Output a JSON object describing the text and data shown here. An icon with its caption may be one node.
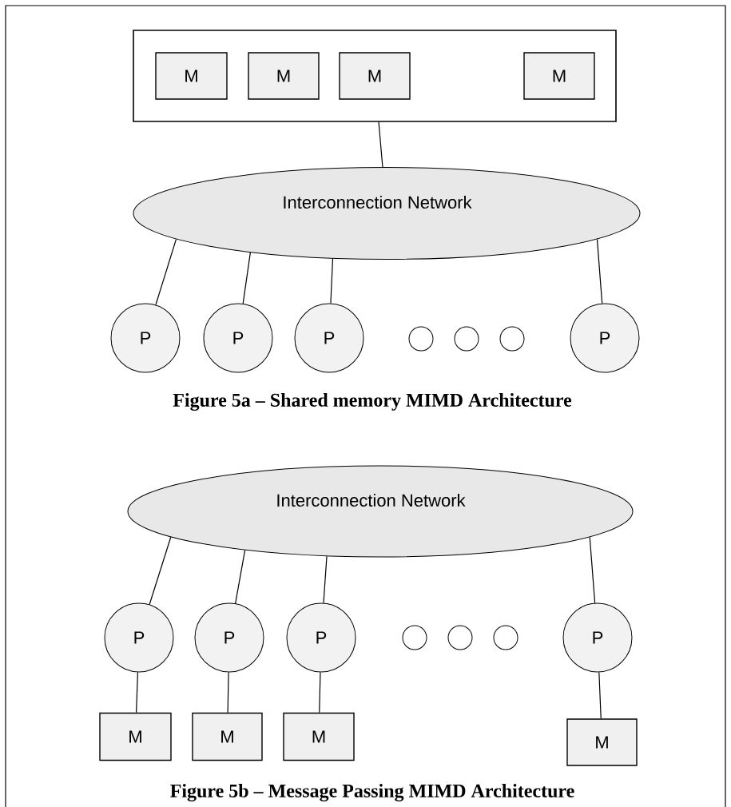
{
  "diagram": {
    "nodes": [
      {
        "text": [],
        "shape": "box"
      },
      {
        "text": [
          "M"
        ],
        "in": 0
      },
      {
        "text": [
          "M"
        ],
        "in": 0
      },
      {
        "text": [
          "M"
        ],
        "in": 0
      },
      {
        "text": [
          "M"
        ],
        "in": 0
      },
      {
        "text": [
          "Interconnection Network"
        ]
      },
      {
        "text": [
          "P"
        ]
      },
      {
        "text": [
          "P"
        ]
      },
      {
        "text": [
          "P"
        ]
      },
      {
        "text": [],
        "shape": "circle"
      },
      {
        "text": [],
        "shape": "circle"
      },
      {
        "text": [],
        "shape": "circle"
      },
      {
        "text": [
          "P"
        ]
      },
      {
        "text": [
          "Interconnection Network"
        ]
      },
      {
        "text": [
          "P"
        ]
      },
      {
        "text": [
          "P"
        ]
      },
      {
        "text": [
          "P"
        ]
      },
      {
        "text": [],
        "shape": "circle"
      },
      {
        "text": [],
        "shape": "circle"
      },
      {
        "text": [],
        "shape": "circle"
      },
      {
        "text": [
          "P"
        ]
      },
      {
        "text": [
          "M"
        ]
      },
      {
        "text": [
          "M"
        ]
      },
      {
        "text": [
          "M"
        ]
      },
      {
        "text": [
          "M"
        ]
      }
    ],
    "edges": [
      {
        "from": 0,
        "to": 5,
        "arrow": "none"
      },
      {
        "from": 5,
        "to": 6,
        "arrow": "none"
      },
      {
        "from": 5,
        "to": 7,
        "arrow": "none"
      },
      {
        "from": 5,
        "to": 8,
        "arrow": "none"
      },
      {
        "from": 5,
        "to": 12,
        "arrow": "none"
      },
      {
        "from": 13,
        "to": 14,
        "arrow": "none"
      },
      {
        "from": 13,
        "to": 15,
        "arrow": "none"
      },
      {
        "from": 13,
        "to": 16,
        "arrow": "none"
      },
      {
        "from": 13,
        "to": 20,
        "arrow": "none"
      },
      {
        "from": 14,
        "to": 21,
        "arrow": "none"
      },
      {
        "from": 15,
        "to": 22,
        "arrow": "none"
      },
      {
        "from": 16,
        "to": 23,
        "arrow": "none"
      },
      {
        "from": 20,
        "to": 24,
        "arrow": "none"
      }
    ],
    "labels": [
      "Figure 5a – Shared memory MIMD Architecture",
      "Figure 5b – Message Passing MIMD Architecture"
    ]
  }
}
